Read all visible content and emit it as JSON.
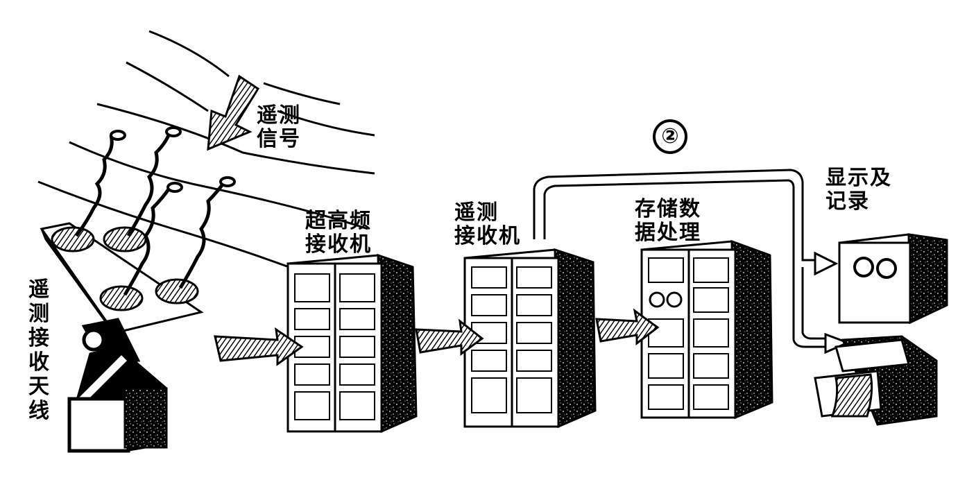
{
  "labels": {
    "signal": "遥测\n信号",
    "antenna": "遥测接收天线",
    "uhf_receiver": "超高频\n接收机",
    "telemetry_receiver": "遥测\n接收机",
    "storage_processing": "存储数\n据处理",
    "display_record": "显示及\n记录"
  },
  "step_number": "②",
  "colors": {
    "ink": "#000000",
    "paper": "#ffffff"
  }
}
